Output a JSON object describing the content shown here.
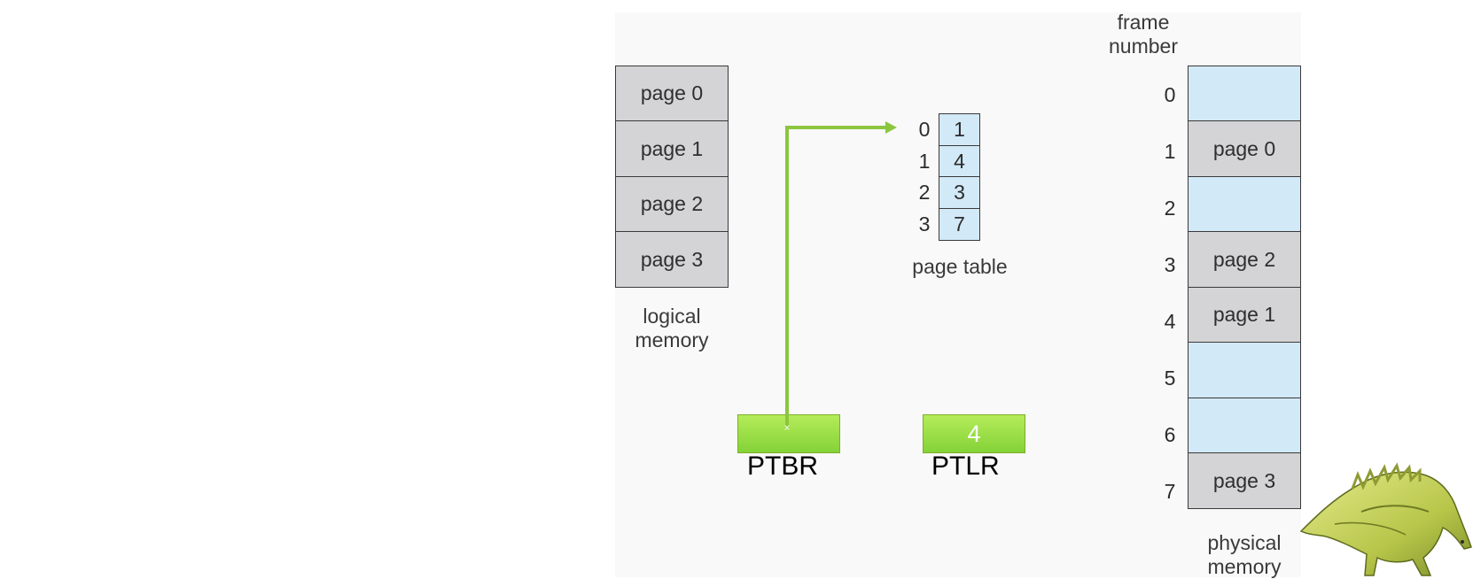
{
  "logical_memory": {
    "pages": [
      "page 0",
      "page 1",
      "page 2",
      "page 3"
    ],
    "caption_line1": "logical",
    "caption_line2": "memory"
  },
  "page_table": {
    "rows": [
      {
        "index": "0",
        "frame": "1"
      },
      {
        "index": "1",
        "frame": "4"
      },
      {
        "index": "2",
        "frame": "3"
      },
      {
        "index": "3",
        "frame": "7"
      }
    ],
    "caption": "page table"
  },
  "physical_memory": {
    "header_line1": "frame",
    "header_line2": "number",
    "frames": [
      {
        "number": "0",
        "content": ""
      },
      {
        "number": "1",
        "content": "page 0"
      },
      {
        "number": "2",
        "content": ""
      },
      {
        "number": "3",
        "content": "page 2"
      },
      {
        "number": "4",
        "content": "page 1"
      },
      {
        "number": "5",
        "content": ""
      },
      {
        "number": "6",
        "content": ""
      },
      {
        "number": "7",
        "content": "page 3"
      }
    ],
    "caption_line1": "physical",
    "caption_line2": "memory"
  },
  "registers": {
    "ptbr_label": "PTBR",
    "ptbr_value": "",
    "ptlr_label": "PTLR",
    "ptlr_value": "4"
  },
  "colors": {
    "arrow": "#8cc63f",
    "register_fill": "#9bdc48",
    "table_fill": "#d2e9f7",
    "page_fill": "#d4d4d6"
  }
}
